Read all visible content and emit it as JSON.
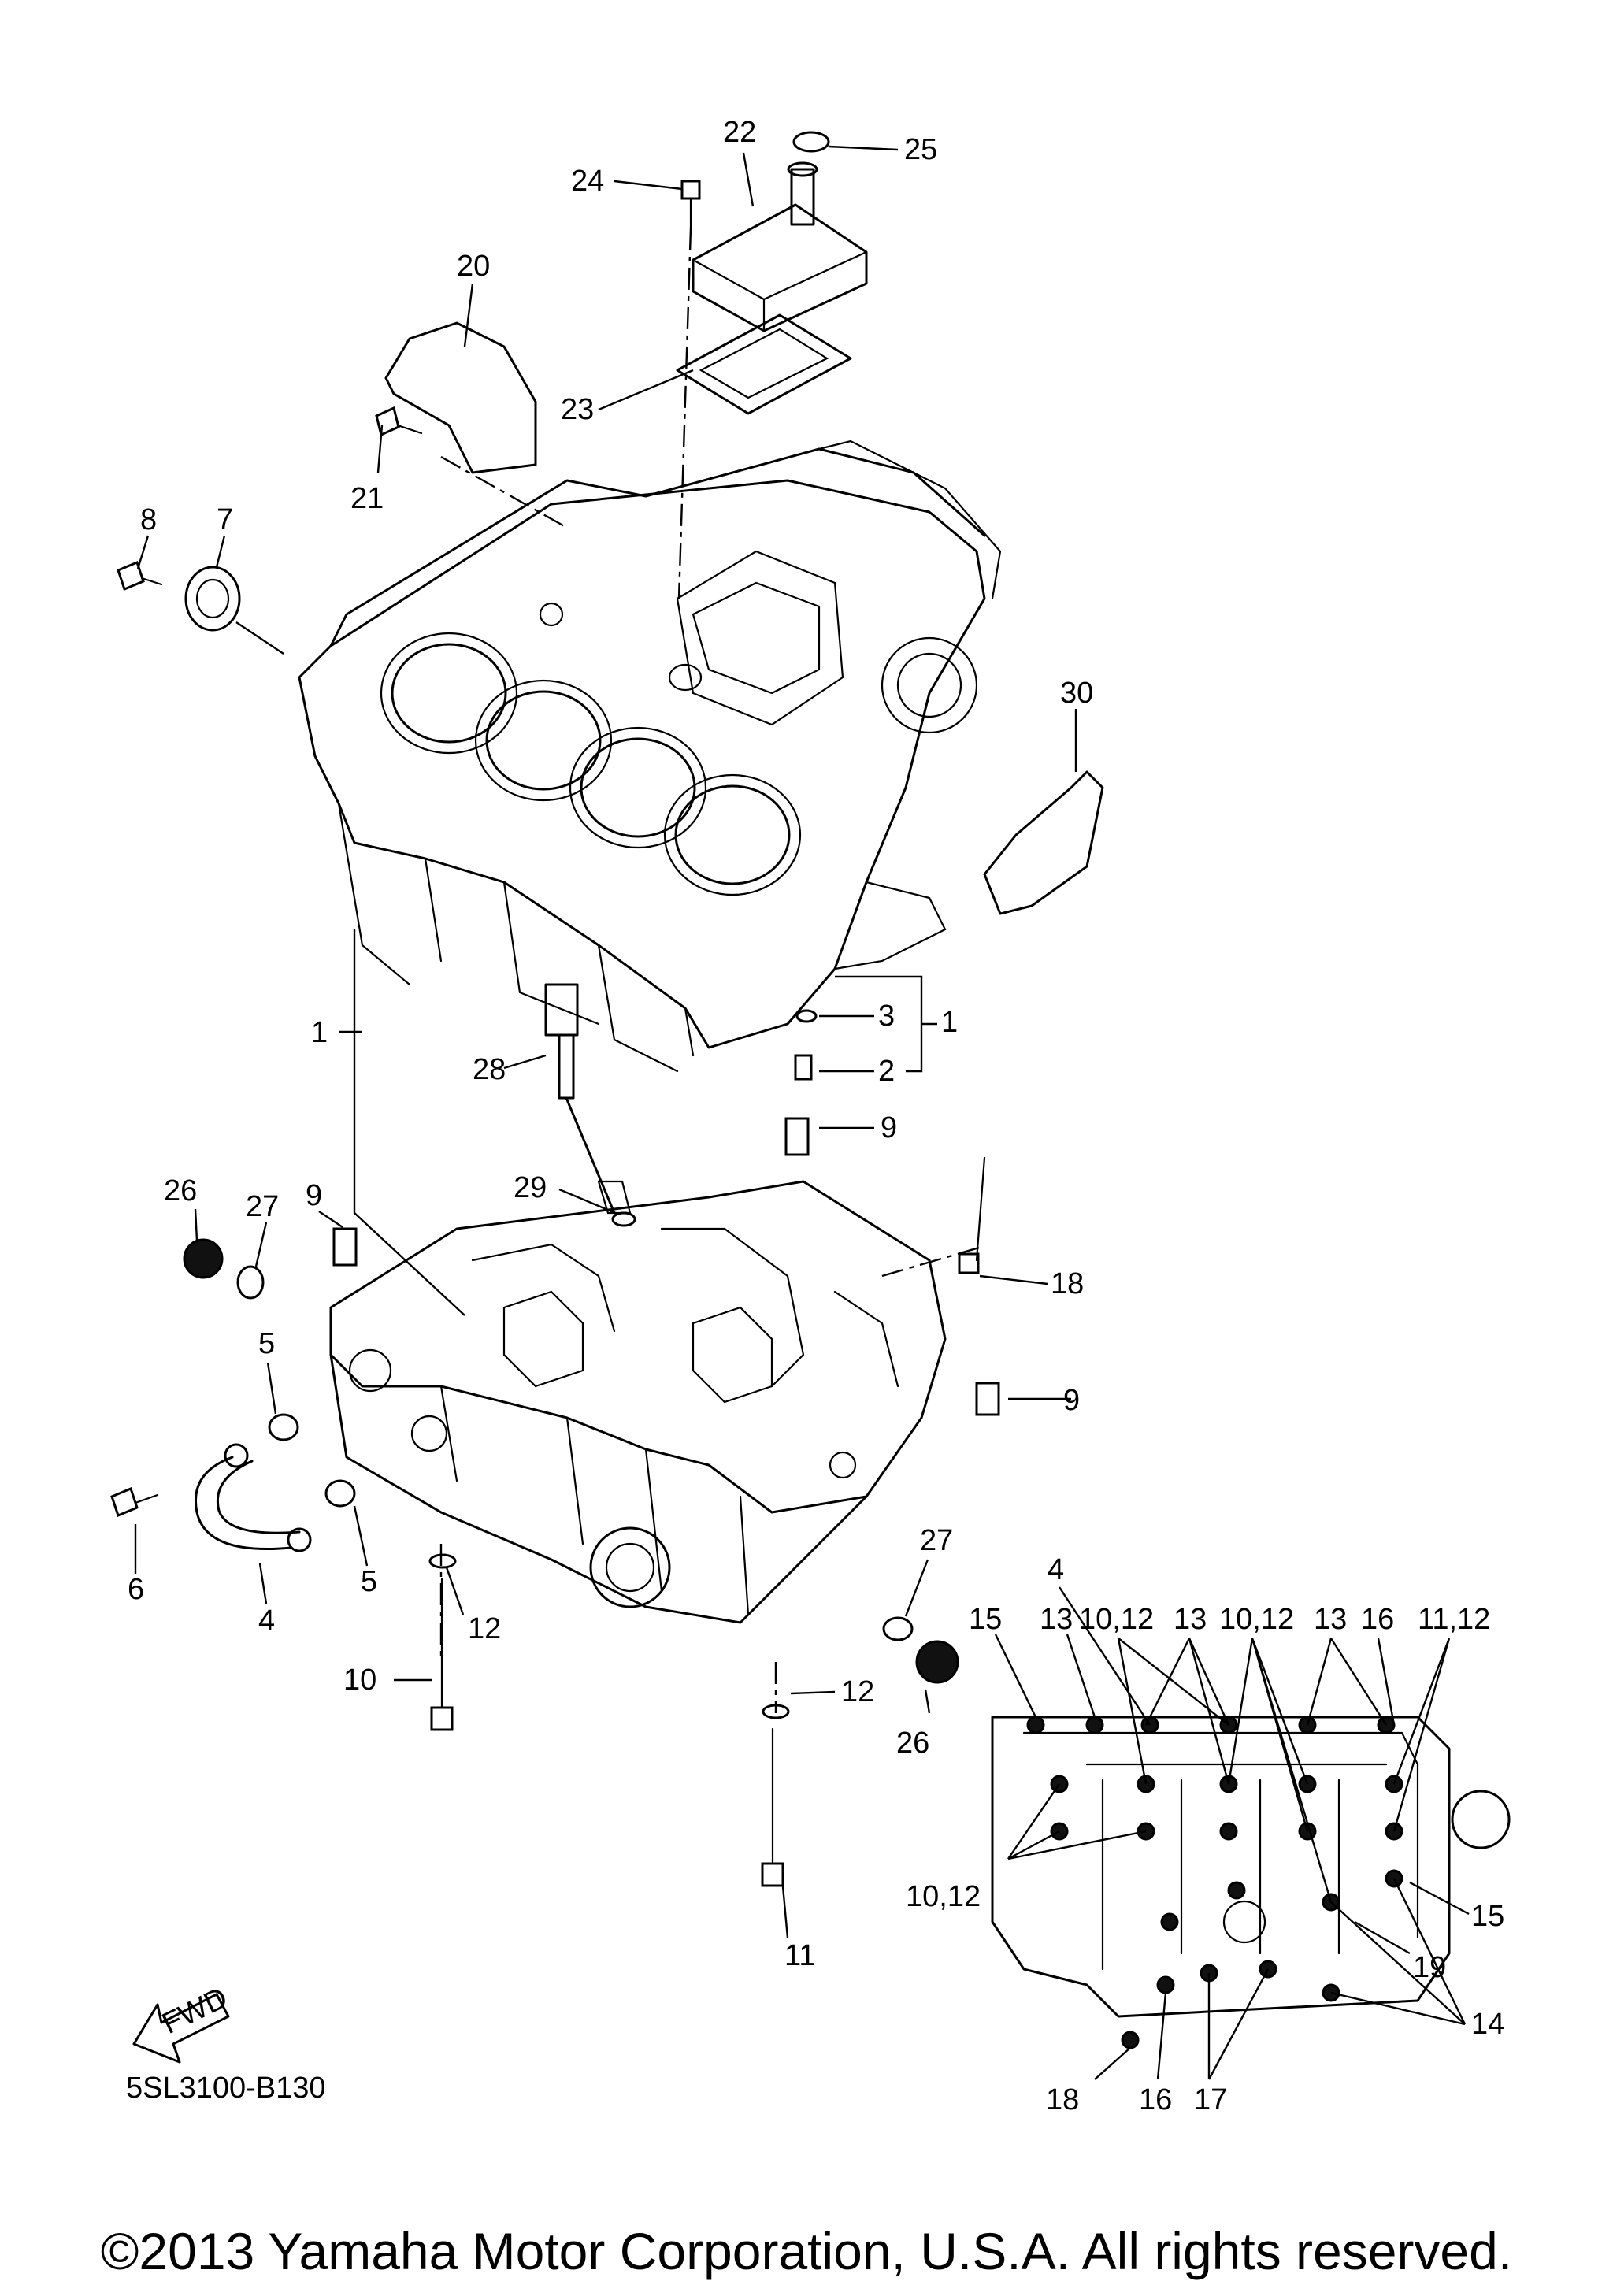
{
  "diagram": {
    "reference_code": "5SL3100-B130",
    "copyright": "©2013 Yamaha Motor Corporation, U.S.A. All rights reserved.",
    "direction_marker": "FWD",
    "callouts": {
      "c22": "22",
      "c25": "25",
      "c24": "24",
      "c20": "20",
      "c23": "23",
      "c21": "21",
      "c8": "8",
      "c7": "7",
      "c30": "30",
      "c1a": "1",
      "c1b": "1",
      "c3": "3",
      "c2": "2",
      "c28": "28",
      "c9a": "9",
      "c26a": "26",
      "c27a": "27",
      "c9b": "9",
      "c29": "29",
      "c18a": "18",
      "c5a": "5",
      "c9c": "9",
      "c6": "6",
      "c4a": "4",
      "c5b": "5",
      "c12a": "12",
      "c27b": "27",
      "c10": "10",
      "c12b": "12",
      "c26b": "26",
      "c11": "11",
      "i4": "4",
      "i15a": "15",
      "i13a": "13",
      "i1012a": "10,12",
      "i13b": "13",
      "i1012b": "10,12",
      "i13c": "13",
      "i16a": "16",
      "i1112": "11,12",
      "i1012c": "10,12",
      "i15b": "15",
      "i19": "19",
      "i14": "14",
      "i18": "18",
      "i16b": "16",
      "i17": "17"
    }
  }
}
